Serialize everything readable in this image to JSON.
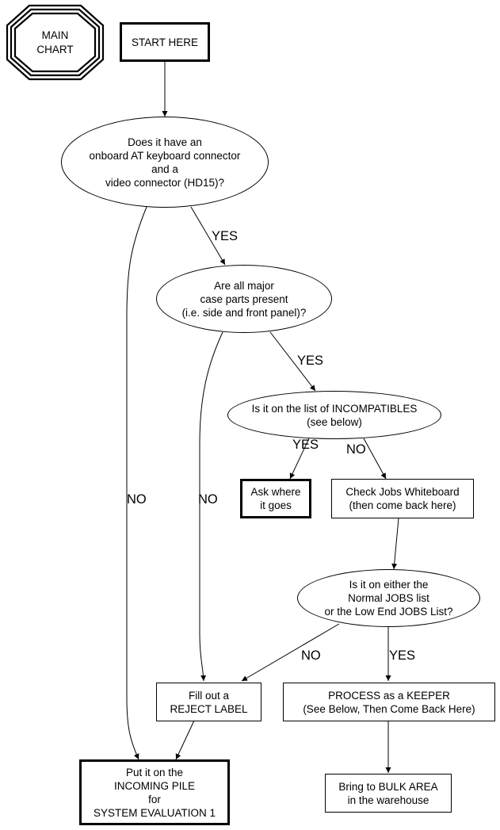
{
  "title": "MAIN CHART flowchart",
  "main_chart": {
    "lines": [
      "MAIN",
      "CHART"
    ]
  },
  "nodes": {
    "start": {
      "lines": [
        "START HERE"
      ]
    },
    "q_connectors": {
      "lines": [
        "Does it have an",
        "onboard AT keyboard connector",
        "and a",
        "video connector (HD15)?"
      ]
    },
    "q_case_parts": {
      "lines": [
        "Are all major",
        "case parts present",
        "(i.e. side and front panel)?"
      ]
    },
    "q_incompatibles": {
      "lines": [
        "Is it on the list of INCOMPATIBLES",
        "(see below)"
      ]
    },
    "ask_where": {
      "lines": [
        "Ask where",
        "it goes"
      ]
    },
    "check_jobs": {
      "lines": [
        "Check Jobs Whiteboard",
        "(then come back here)"
      ]
    },
    "q_jobs_list": {
      "lines": [
        "Is it on either the",
        "Normal JOBS list",
        "or the Low End JOBS List?"
      ]
    },
    "reject_label": {
      "lines": [
        "Fill out a",
        "REJECT LABEL"
      ]
    },
    "keeper": {
      "lines": [
        "PROCESS as a KEEPER",
        "(See Below, Then Come Back Here)"
      ]
    },
    "incoming_pile": {
      "lines": [
        "Put it on the",
        "INCOMING PILE",
        "for",
        "SYSTEM EVALUATION 1"
      ]
    },
    "bulk_area": {
      "lines": [
        "Bring to BULK AREA",
        "in the warehouse"
      ]
    }
  },
  "edge_labels": {
    "connectors_yes": "YES",
    "connectors_no": "NO",
    "case_yes": "YES",
    "case_no": "NO",
    "incompat_yes": "YES",
    "incompat_no": "NO",
    "jobs_no": "NO",
    "jobs_yes": "YES"
  },
  "colors": {
    "line": "#000000",
    "background": "#ffffff"
  }
}
